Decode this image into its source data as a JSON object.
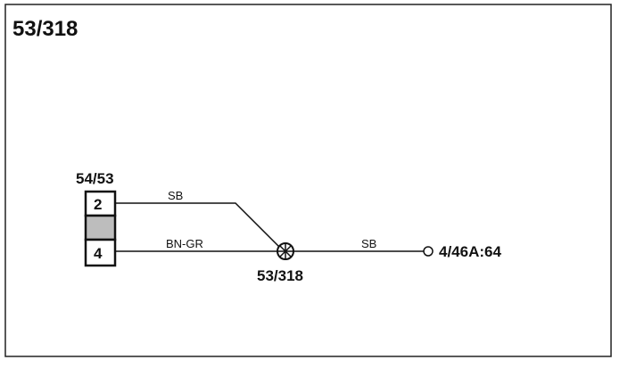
{
  "diagram": {
    "title": "53/318",
    "connector": {
      "label": "54/53",
      "pins": [
        "2",
        "4"
      ]
    },
    "splice_label": "53/318",
    "wires": {
      "top": "SB",
      "bottom": "BN-GR",
      "output": "SB"
    },
    "terminal_label": "4/46A:64"
  }
}
